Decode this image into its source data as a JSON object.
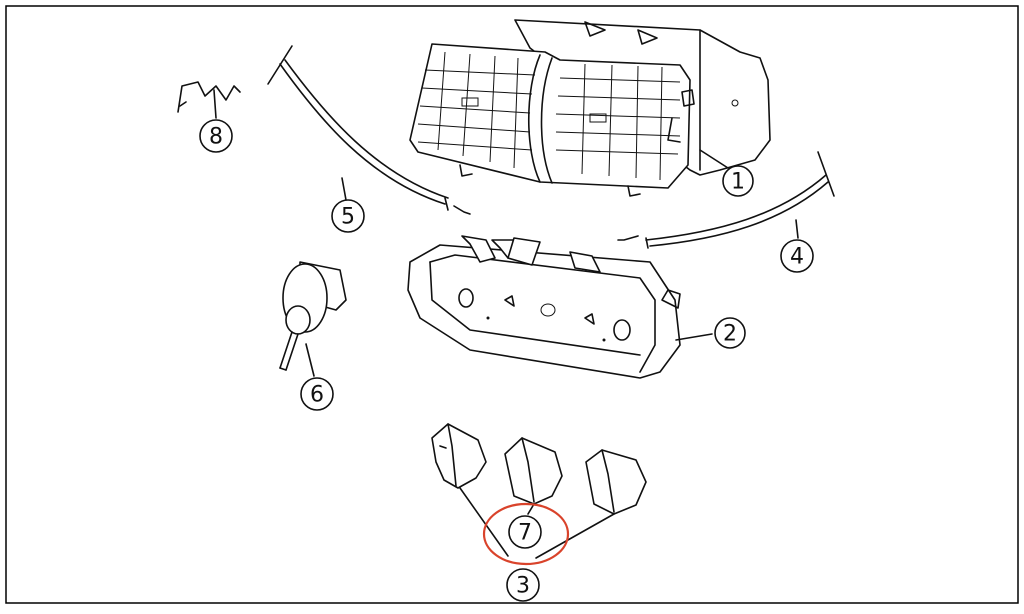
{
  "diagram": {
    "callouts": [
      {
        "id": "c1",
        "label": "1"
      },
      {
        "id": "c2",
        "label": "2"
      },
      {
        "id": "c3",
        "label": "3"
      },
      {
        "id": "c4",
        "label": "4"
      },
      {
        "id": "c5",
        "label": "5"
      },
      {
        "id": "c6",
        "label": "6"
      },
      {
        "id": "c7",
        "label": "7"
      },
      {
        "id": "c8",
        "label": "8"
      }
    ],
    "highlight": {
      "label": "7",
      "color": "#d9432b"
    },
    "colors": {
      "line": "#111111",
      "frame": "#000000",
      "background": "#ffffff"
    }
  }
}
